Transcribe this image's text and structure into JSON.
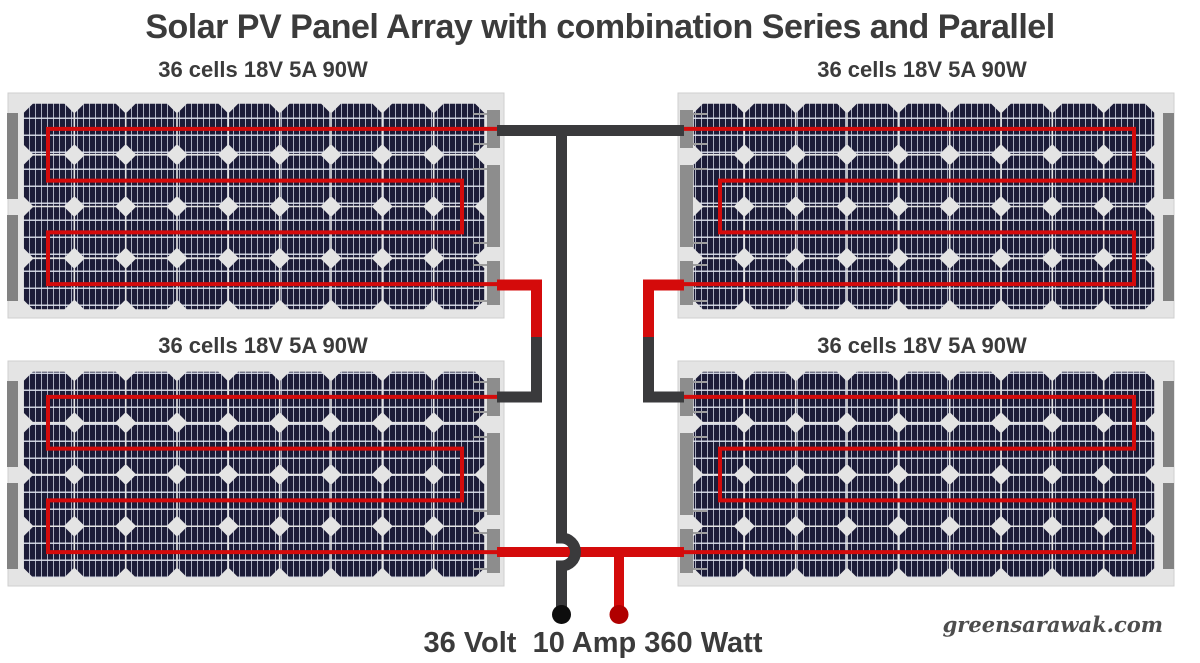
{
  "title": "Solar PV Panel Array with combination Series and Parallel",
  "panels": [
    {
      "id": "top-left",
      "label": "36 cells 18V 5A 90W"
    },
    {
      "id": "top-right",
      "label": "36 cells 18V 5A 90W"
    },
    {
      "id": "bottom-left",
      "label": "36 cells 18V 5A 90W"
    },
    {
      "id": "bottom-right",
      "label": "36 cells 18V 5A 90W"
    }
  ],
  "output": {
    "rating_text": "36 Volt  10 Amp 360 Watt"
  },
  "watermark": "greensarawak.com",
  "colors": {
    "positive_wire": "#d40b0b",
    "negative_wire": "#3a3a3c",
    "positive_terminal": "#b00000",
    "negative_terminal": "#0d0d0d",
    "panel_cell": "#1c1c38",
    "panel_frame": "#e4e4e4",
    "bracket": "#8d8d8d",
    "text": "#3b3b3b"
  }
}
